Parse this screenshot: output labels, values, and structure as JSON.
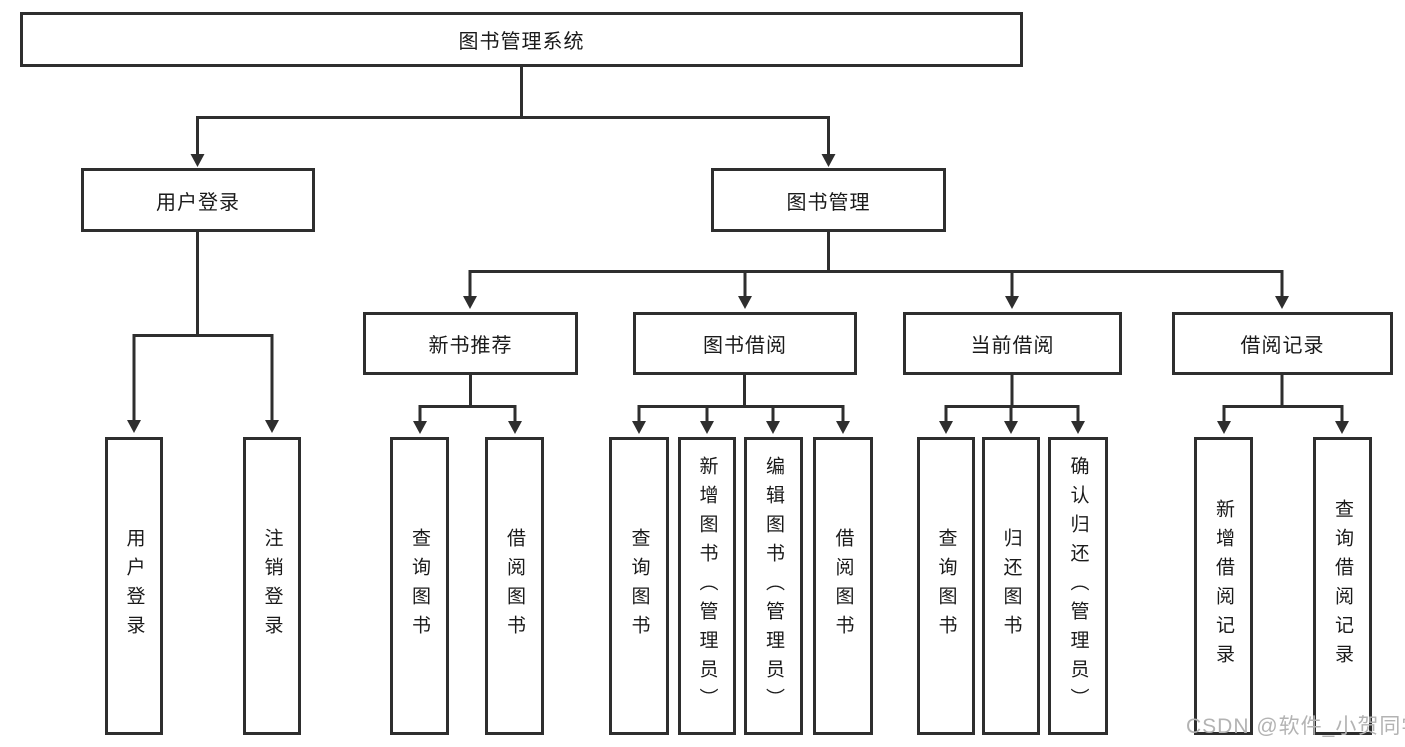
{
  "tree": {
    "label": "图书管理系统",
    "children": [
      {
        "label": "用户登录",
        "children": [
          {
            "label": "用户登录"
          },
          {
            "label": "注销登录"
          }
        ]
      },
      {
        "label": "图书管理",
        "children": [
          {
            "label": "新书推荐",
            "children": [
              {
                "label": "查询图书"
              },
              {
                "label": "借阅图书"
              }
            ]
          },
          {
            "label": "图书借阅",
            "children": [
              {
                "label": "查询图书"
              },
              {
                "label": "新增图书（管理员）"
              },
              {
                "label": "编辑图书（管理员）"
              },
              {
                "label": "借阅图书"
              }
            ]
          },
          {
            "label": "当前借阅",
            "children": [
              {
                "label": "查询图书"
              },
              {
                "label": "归还图书"
              },
              {
                "label": "确认归还（管理员）"
              }
            ]
          },
          {
            "label": "借阅记录",
            "children": [
              {
                "label": "新增借阅记录"
              },
              {
                "label": "查询借阅记录"
              }
            ]
          }
        ]
      }
    ]
  },
  "watermark": "CSDN @软件_小贺同学",
  "colors": {
    "line": "#2e2e2e",
    "text": "#1a1a1a",
    "box_background": "#ffffff",
    "watermark": "#b3b3b3",
    "background": "#ffffff"
  }
}
